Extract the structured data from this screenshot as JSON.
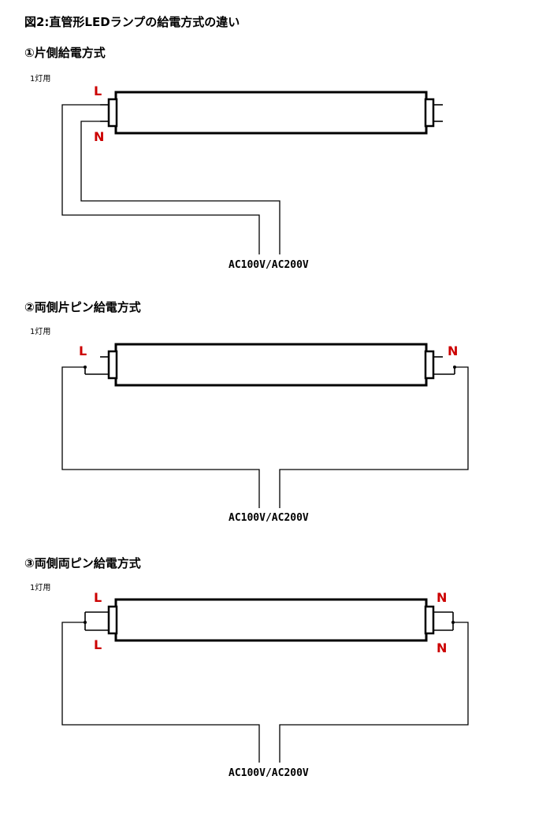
{
  "figure": {
    "title": "図2:直管形LEDランプの給電方式の違い"
  },
  "sections": [
    {
      "title": "①片側給電方式",
      "lamp_count": "1灯用",
      "left_pins": [
        "L",
        "N"
      ],
      "right_pins": [],
      "supply": "AC100V/AC200V"
    },
    {
      "title": "②両側片ピン給電方式",
      "lamp_count": "1灯用",
      "left_pins": [
        "L"
      ],
      "right_pins": [
        "N"
      ],
      "supply": "AC100V/AC200V"
    },
    {
      "title": "③両側両ピン給電方式",
      "lamp_count": "1灯用",
      "left_pins": [
        "L",
        "L"
      ],
      "right_pins": [
        "N",
        "N"
      ],
      "supply": "AC100V/AC200V"
    }
  ],
  "colors": {
    "pin_label": "#cc0000",
    "line": "#000000",
    "background": "#ffffff"
  }
}
